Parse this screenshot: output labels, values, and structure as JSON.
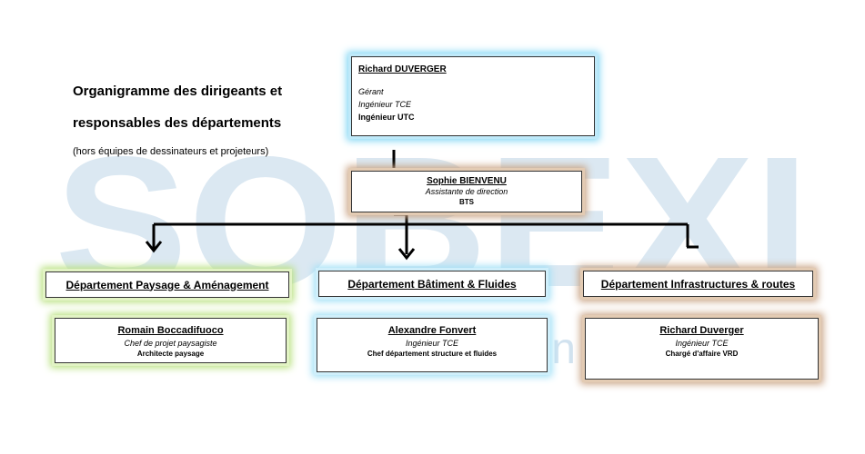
{
  "title_line1": "Organigramme des dirigeants et",
  "title_line2": "responsables des départements",
  "subtitle": "(hors équipes de dessinateurs et projeteurs)",
  "watermark": {
    "big": "SOBEXI",
    "small": "ingénierie",
    "color": "#5b98c4"
  },
  "director": {
    "name": "Richard DUVERGER",
    "role1": "Gérant",
    "role2": "Ingénieur TCE",
    "role3": "Ingénieur UTC"
  },
  "assistant": {
    "name": "Sophie BIENVENU",
    "role": "Assistante de direction",
    "diploma": "BTS"
  },
  "departments": [
    {
      "title": "Département Paysage & Aménagement",
      "person": "Romain Boccadifuoco",
      "role": "Chef de projet paysagiste",
      "detail": "Architecte paysage"
    },
    {
      "title": "Département Bâtiment & Fluides",
      "person": "Alexandre Fonvert",
      "role": "Ingénieur TCE",
      "detail": "Chef département structure et fluides"
    },
    {
      "title": "Département Infrastructures & routes",
      "person": "Richard Duverger",
      "role": "Ingénieur TCE",
      "detail": "Chargé d'affaire VRD"
    }
  ],
  "colors": {
    "blue_glow": "#7fd6f4",
    "brown_glow": "#c9a384",
    "green_glow": "#b7e07c"
  }
}
